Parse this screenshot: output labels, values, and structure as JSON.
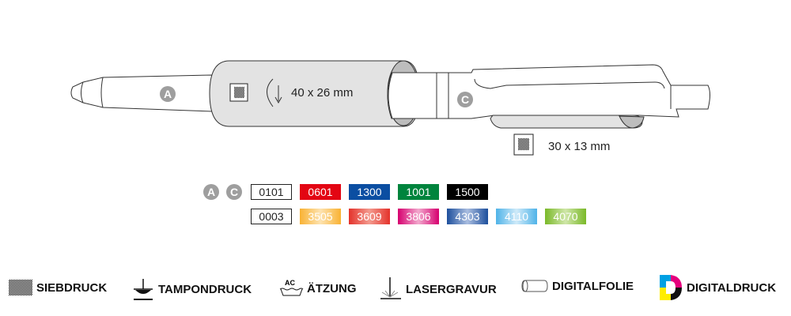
{
  "pen_diagram": {
    "zone_a_label": "A",
    "zone_c_label": "C",
    "barrel_print_size": "40 x 26 mm",
    "clip_print_size": "30 x 13 mm"
  },
  "color_chart": {
    "zones": [
      "A",
      "C"
    ],
    "row1": [
      {
        "code": "0101",
        "bg": "#ffffff",
        "fg": "#222222",
        "outline": true
      },
      {
        "code": "0601",
        "bg": "#e30613",
        "fg": "#ffffff"
      },
      {
        "code": "1300",
        "bg": "#0b4ea2",
        "fg": "#ffffff"
      },
      {
        "code": "1001",
        "bg": "#00843d",
        "fg": "#ffffff"
      },
      {
        "code": "1500",
        "bg": "#000000",
        "fg": "#ffffff"
      }
    ],
    "row2": [
      {
        "code": "0003",
        "bg": "#ffffff",
        "fg": "#222222",
        "outline": true
      },
      {
        "code": "3505",
        "bg": "linear-gradient(90deg,#f9b233,#fde3b0,#f9b233)",
        "fg": "#ffffff"
      },
      {
        "code": "3609",
        "bg": "linear-gradient(90deg,#e4322b,#f39a8e,#e4322b)",
        "fg": "#ffffff"
      },
      {
        "code": "3806",
        "bg": "linear-gradient(90deg,#d6006f,#f2a8cd,#d6006f)",
        "fg": "#ffffff"
      },
      {
        "code": "4303",
        "bg": "linear-gradient(90deg,#1d4f9c,#a9bde0,#1d4f9c)",
        "fg": "#ffffff"
      },
      {
        "code": "4110",
        "bg": "linear-gradient(90deg,#4fb3e8,#cfeaf9,#4fb3e8)",
        "fg": "#ffffff"
      },
      {
        "code": "4070",
        "bg": "linear-gradient(90deg,#7ab929,#cfe6a8,#7ab929)",
        "fg": "#ffffff"
      }
    ]
  },
  "legend": [
    {
      "icon": "screen-print-icon",
      "label": "SIEBDRUCK"
    },
    {
      "icon": "pad-print-icon",
      "label": "TAMPONDRUCK"
    },
    {
      "icon": "etching-icon",
      "label": "ÄTZUNG"
    },
    {
      "icon": "laser-engraving-icon",
      "label": "LASERGRAVUR"
    },
    {
      "icon": "digital-foil-icon",
      "label": "DIGITALFOLIE"
    },
    {
      "icon": "digital-print-icon",
      "label": "DIGITALDRUCK"
    }
  ]
}
